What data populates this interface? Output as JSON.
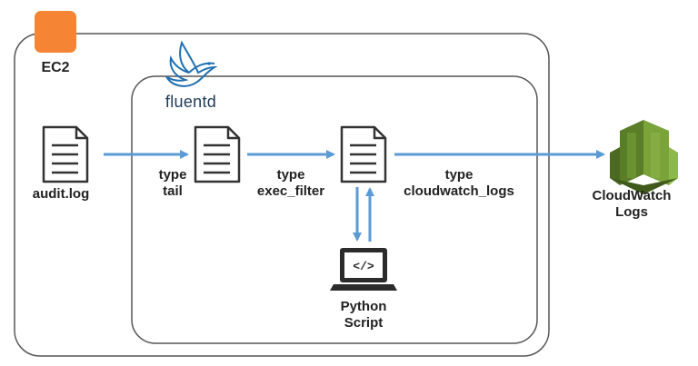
{
  "ec2": {
    "label": "EC2",
    "color": "#f58534"
  },
  "fluentd": {
    "label": "fluentd",
    "logo_color": "#1f6fb2"
  },
  "source": {
    "label": "audit.log"
  },
  "edges": {
    "tail": {
      "line1": "type",
      "line2": "tail"
    },
    "exec_filter": {
      "line1": "type",
      "line2": "exec_filter"
    },
    "cloudwatch": {
      "line1": "type",
      "line2": "cloudwatch_logs"
    }
  },
  "python": {
    "line1": "Python",
    "line2": "Script"
  },
  "cloudwatch": {
    "line1": "CloudWatch",
    "line2": "Logs",
    "color": "#6b8e2f"
  },
  "colors": {
    "arrow": "#5b9bd5",
    "border": "#555555"
  }
}
